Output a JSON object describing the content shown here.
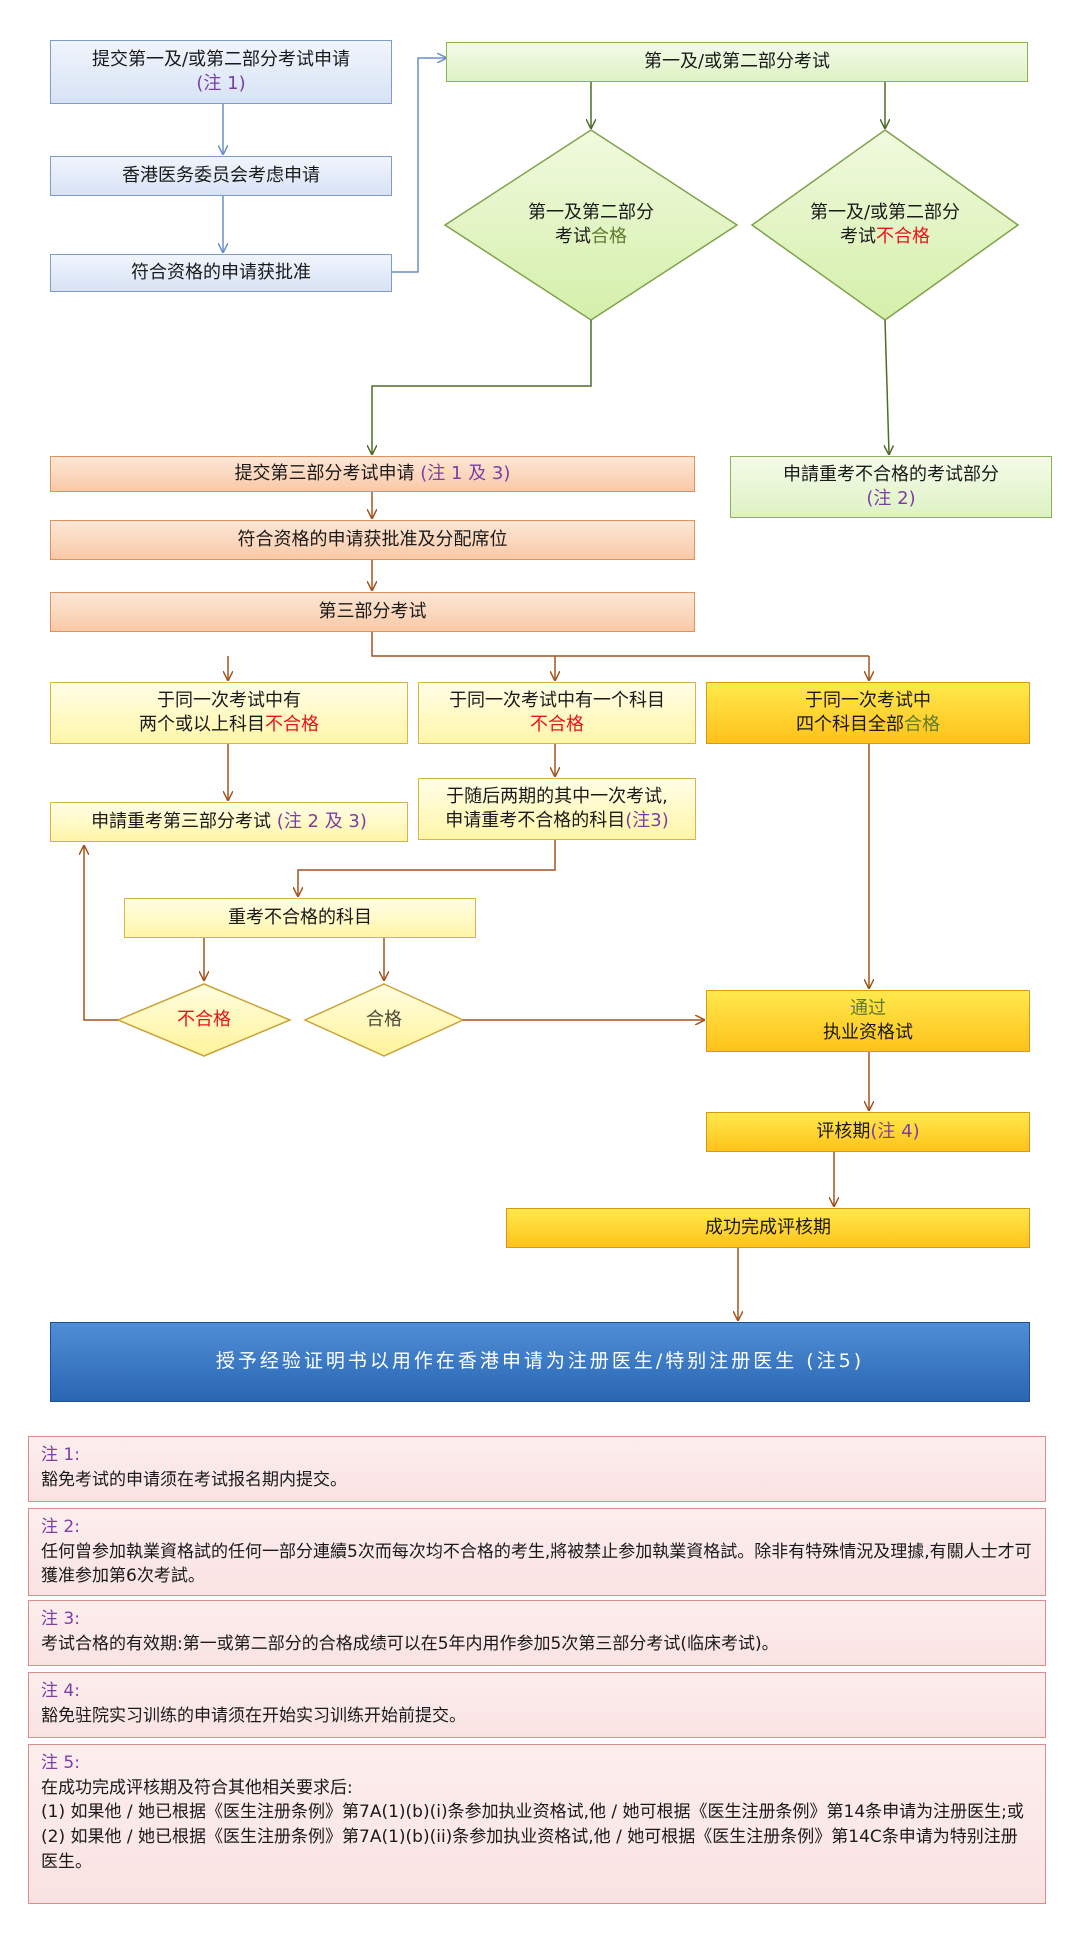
{
  "colors": {
    "arrow_blue": "#6a8fc7",
    "arrow_green": "#4f6b2a",
    "arrow_brown": "#a2541e",
    "fail_red": "#e8141b",
    "note_purple": "#7b3fa6",
    "final_blue": "#2a65b3"
  },
  "boxes": {
    "submit_part12_line1": "提交第一及/或第二部分考试申请",
    "submit_part12_note": "(注 1)",
    "hk_council": "香港医务委员会考虑申请",
    "eligible_approved": "符合资格的申请获批准",
    "exam_part12": "第一及/或第二部分考试",
    "submit_part3_text": "提交第三部分考试申请",
    "submit_part3_note": "(注 1 及 3)",
    "retake_part12_text": "申請重考不合格的考试部分",
    "retake_part12_note": "(注 2)",
    "approved_seat": "符合资格的申请获批准及分配席位",
    "exam_part3": "第三部分考试",
    "two_or_more_line1": "于同一次考试中有",
    "two_or_more_line2a": "两个或以上科目",
    "two_or_more_line2b": "不合格",
    "one_subject_line1": "于同一次考试中有一个科目",
    "one_subject_line2": "不合格",
    "all_four_line1": "于同一次考试中",
    "all_four_line2a": "四个科目全部",
    "all_four_line2b": "合格",
    "retake_part3_text": "申請重考第三部分考试",
    "retake_part3_note": "(注 2 及 3)",
    "next_two_line1": "于随后两期的其中一次考试,",
    "next_two_line2": "申请重考不合格的科目",
    "next_two_note": "(注3)",
    "retake_failed": "重考不合格的科目",
    "passed_line1": "通过",
    "passed_line2": "执业资格试",
    "assessment_text": "评核期",
    "assessment_note": "(注 4)",
    "completed": "成功完成评核期",
    "final": "授予经验证明书以用作在香港申请为注册医生/特别注册医生",
    "final_note": "(注5)"
  },
  "diamonds": {
    "pass12_line1": "第一及第二部分",
    "pass12_line2a": "考试",
    "pass12_line2b": "合格",
    "fail12_line1": "第一及/或第二部分",
    "fail12_line2a": "考试",
    "fail12_line2b": "不合格",
    "retake_fail": "不合格",
    "retake_pass": "合格"
  },
  "notes": [
    {
      "title": "注 1:",
      "lines": [
        "豁免考试的申请须在考试报名期内提交。"
      ]
    },
    {
      "title": "注 2:",
      "lines": [
        "任何曾参加執業資格試的任何一部分連續5次而每次均不合格的考生,將被禁止参加執業資格試。除非有特殊情況及理據,有關人士才可獲准参加第6次考試。"
      ]
    },
    {
      "title": "注 3:",
      "lines": [
        "考试合格的有效期:第一或第二部分的合格成绩可以在5年内用作参加5次第三部分考试(临床考试)。"
      ]
    },
    {
      "title": "注 4:",
      "lines": [
        "豁免驻院实习训练的申请须在开始实习训练开始前提交。"
      ]
    },
    {
      "title": "注 5:",
      "lines": [
        "在成功完成评核期及符合其他相关要求后:",
        "(1) 如果他 / 她已根据《医生注册条例》第7A(1)(b)(i)条参加执业资格试,他 / 她可根据《医生注册条例》第14条申请为注册医生;或",
        "(2) 如果他 / 她已根据《医生注册条例》第7A(1)(b)(ii)条参加执业资格试,他 / 她可根据《医生注册条例》第14C条申请为特别注册医生。"
      ]
    }
  ]
}
